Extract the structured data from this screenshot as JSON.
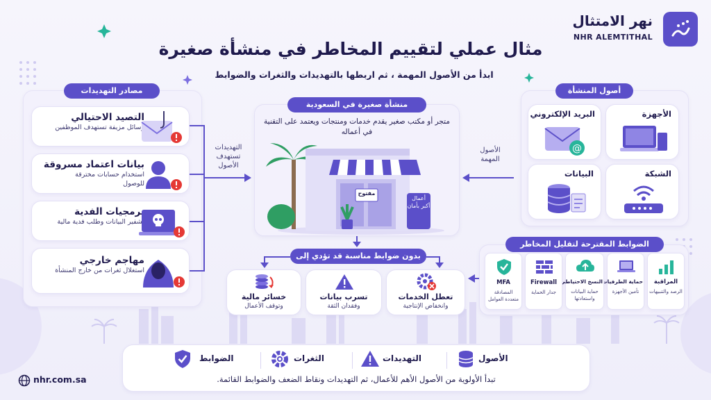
{
  "brand": {
    "name_ar": "نهر الامتثال",
    "name_en": "NHR ALEMTITHAL"
  },
  "header": {
    "title": "مثال عملي لتقييم المخاطر في منشأة صغيرة",
    "subtitle": "ابدأ من الأصول المهمة ، ثم اربطها بالتهديدات والثغرات والضوابط"
  },
  "threats": {
    "heading": "مصادر التهديدات",
    "items": [
      {
        "title": "التصيد الاحتيالي",
        "desc": "رسائل مزيفة تستهدف الموظفين",
        "icon": "phishing-email-icon"
      },
      {
        "title": "بيانات اعتماد مسروقة",
        "desc": "استخدام حسابات مخترقة للوصول",
        "icon": "compromised-user-icon"
      },
      {
        "title": "برمجيات الفدية",
        "desc": "تشفير البيانات وطلب فدية مالية",
        "icon": "ransomware-skull-icon"
      },
      {
        "title": "مهاجم خارجي",
        "desc": "استغلال ثغرات من خارج المنشأة",
        "icon": "hooded-hacker-icon"
      }
    ],
    "arrow_label": "التهديدات تستهدف الأصول"
  },
  "business": {
    "heading": "منشأة صغيرة في السعودية",
    "desc": "متجر أو مكتب صغير يقدم خدمات ومنتجات ويعتمد على التقنية في أعماله",
    "sign_open": "مفتوح",
    "sign_board": "أعمال أكبر بأمان"
  },
  "assets": {
    "heading": "أصول المنشأة",
    "arrow_label": "الأصول المهمة",
    "items": [
      {
        "label": "الأجهزة",
        "icon": "laptop-icon"
      },
      {
        "label": "البريد الإلكتروني",
        "icon": "email-icon"
      },
      {
        "label": "الشبكة",
        "icon": "router-icon"
      },
      {
        "label": "البيانات",
        "icon": "database-icon"
      }
    ]
  },
  "impacts": {
    "heading": "بدون ضوابط مناسبة قد تؤدي إلى",
    "items": [
      {
        "title": "تعطل الخدمات",
        "desc": "وانخفاض الإنتاجية",
        "icon": "gear-error-icon"
      },
      {
        "title": "تسرب بيانات",
        "desc": "وفقدان الثقة",
        "icon": "warning-icon"
      },
      {
        "title": "خسائر مالية",
        "desc": "وتوقف الأعمال",
        "icon": "coins-loss-icon"
      }
    ]
  },
  "controls": {
    "heading": "الضوابط المقترحة لتقليل المخاطر",
    "items": [
      {
        "title": "المراقبة",
        "desc": "الرصد والتنبيهات",
        "icon": "monitoring-chart-icon"
      },
      {
        "title": "حماية الطرفيات",
        "desc": "تأمين الأجهزة",
        "icon": "endpoint-laptop-icon"
      },
      {
        "title": "النسخ الاحتياطي",
        "desc": "حماية البيانات واستعادتها",
        "icon": "cloud-backup-icon"
      },
      {
        "title": "Firewall",
        "desc": "جدار الحماية",
        "icon": "firewall-icon"
      },
      {
        "title": "MFA",
        "desc": "المصادقة متعددة العوامل",
        "icon": "shield-check-icon"
      }
    ]
  },
  "footer": {
    "items": [
      {
        "label": "الأصول",
        "icon": "database-icon"
      },
      {
        "label": "التهديدات",
        "icon": "warning-icon"
      },
      {
        "label": "الثغرات",
        "icon": "gear-icon"
      },
      {
        "label": "الضوابط",
        "icon": "shield-check-icon"
      }
    ],
    "note": "تبدأ الأولوية من الأصول الأهم للأعمال، ثم التهديدات ونقاط الضعف والضوابط القائمة.",
    "website": "nhr.com.sa"
  },
  "colors": {
    "primary": "#5b4fc9",
    "dark": "#1f1a4d",
    "alert": "#e53935",
    "accent_teal": "#27b59a"
  }
}
